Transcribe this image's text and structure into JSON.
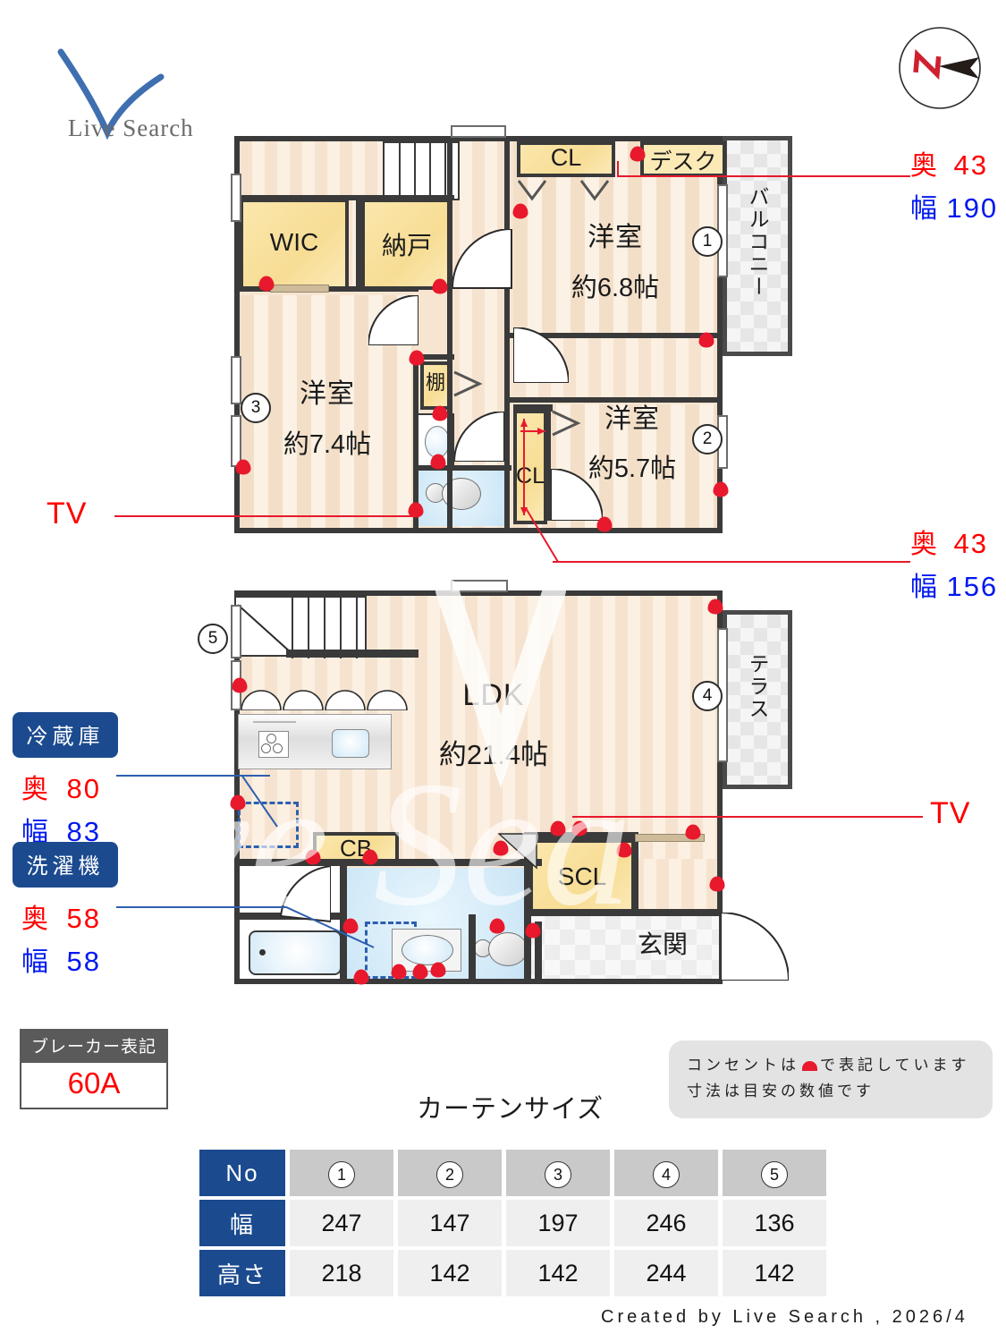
{
  "brand": {
    "logo_text": "Live Search",
    "footer": "Created by Live Search , 2026/4"
  },
  "compass": {
    "north_label": "N"
  },
  "upper_floor": {
    "rooms": [
      {
        "name": "WIC",
        "type": "closet"
      },
      {
        "name": "納戸",
        "type": "closet"
      },
      {
        "name": "洋室",
        "area": "約6.8帖",
        "marker": "1"
      },
      {
        "name": "洋室",
        "area": "約7.4帖",
        "marker": "3"
      },
      {
        "name": "洋室",
        "area": "約5.7帖",
        "marker": "2"
      }
    ],
    "labels": {
      "cl_top": "CL",
      "desk": "デスク",
      "balcony": "バルコニー",
      "shelf": "棚",
      "cl_mid": "CL"
    }
  },
  "lower_floor": {
    "rooms": [
      {
        "name": "LDK",
        "area": "約21.4帖"
      }
    ],
    "labels": {
      "terrace": "テラス",
      "cb": "CB",
      "scl": "SCL",
      "genkan": "玄関"
    },
    "markers": {
      "terrace": "4",
      "stairs": "5"
    }
  },
  "callouts": [
    {
      "id": "upper-right-1",
      "oku_label": "奥",
      "oku_value": "43",
      "haba_label": "幅",
      "haba_value": "190"
    },
    {
      "id": "upper-right-2",
      "oku_label": "奥",
      "oku_value": "43",
      "haba_label": "幅",
      "haba_value": "156"
    }
  ],
  "tv_labels": {
    "upper": "TV",
    "lower": "TV"
  },
  "appliances": [
    {
      "title": "冷蔵庫",
      "oku_label": "奥",
      "oku_value": "80",
      "haba_label": "幅",
      "haba_value": "83"
    },
    {
      "title": "洗濯機",
      "oku_label": "奥",
      "oku_value": "58",
      "haba_label": "幅",
      "haba_value": "58"
    }
  ],
  "breaker": {
    "title": "ブレーカー表記",
    "value": "60A"
  },
  "notes": {
    "line1_before": "コンセントは",
    "line1_after": "で表記しています",
    "line2": "寸法は目安の数値です"
  },
  "curtain": {
    "title": "カーテンサイズ",
    "row_headers": [
      "No",
      "幅",
      "高さ"
    ],
    "numbers": [
      "1",
      "2",
      "3",
      "4",
      "5"
    ],
    "width": [
      "247",
      "147",
      "197",
      "246",
      "136"
    ],
    "height": [
      "218",
      "142",
      "142",
      "244",
      "142"
    ]
  },
  "colors": {
    "accent_red": "#e8192c",
    "accent_blue": "#1b4a8f",
    "wall": "#3a3a3a",
    "closet_yellow": "#f7dd94",
    "wet_blue": "#cfe8f7"
  },
  "watermark": {
    "text": "ve Sea"
  }
}
